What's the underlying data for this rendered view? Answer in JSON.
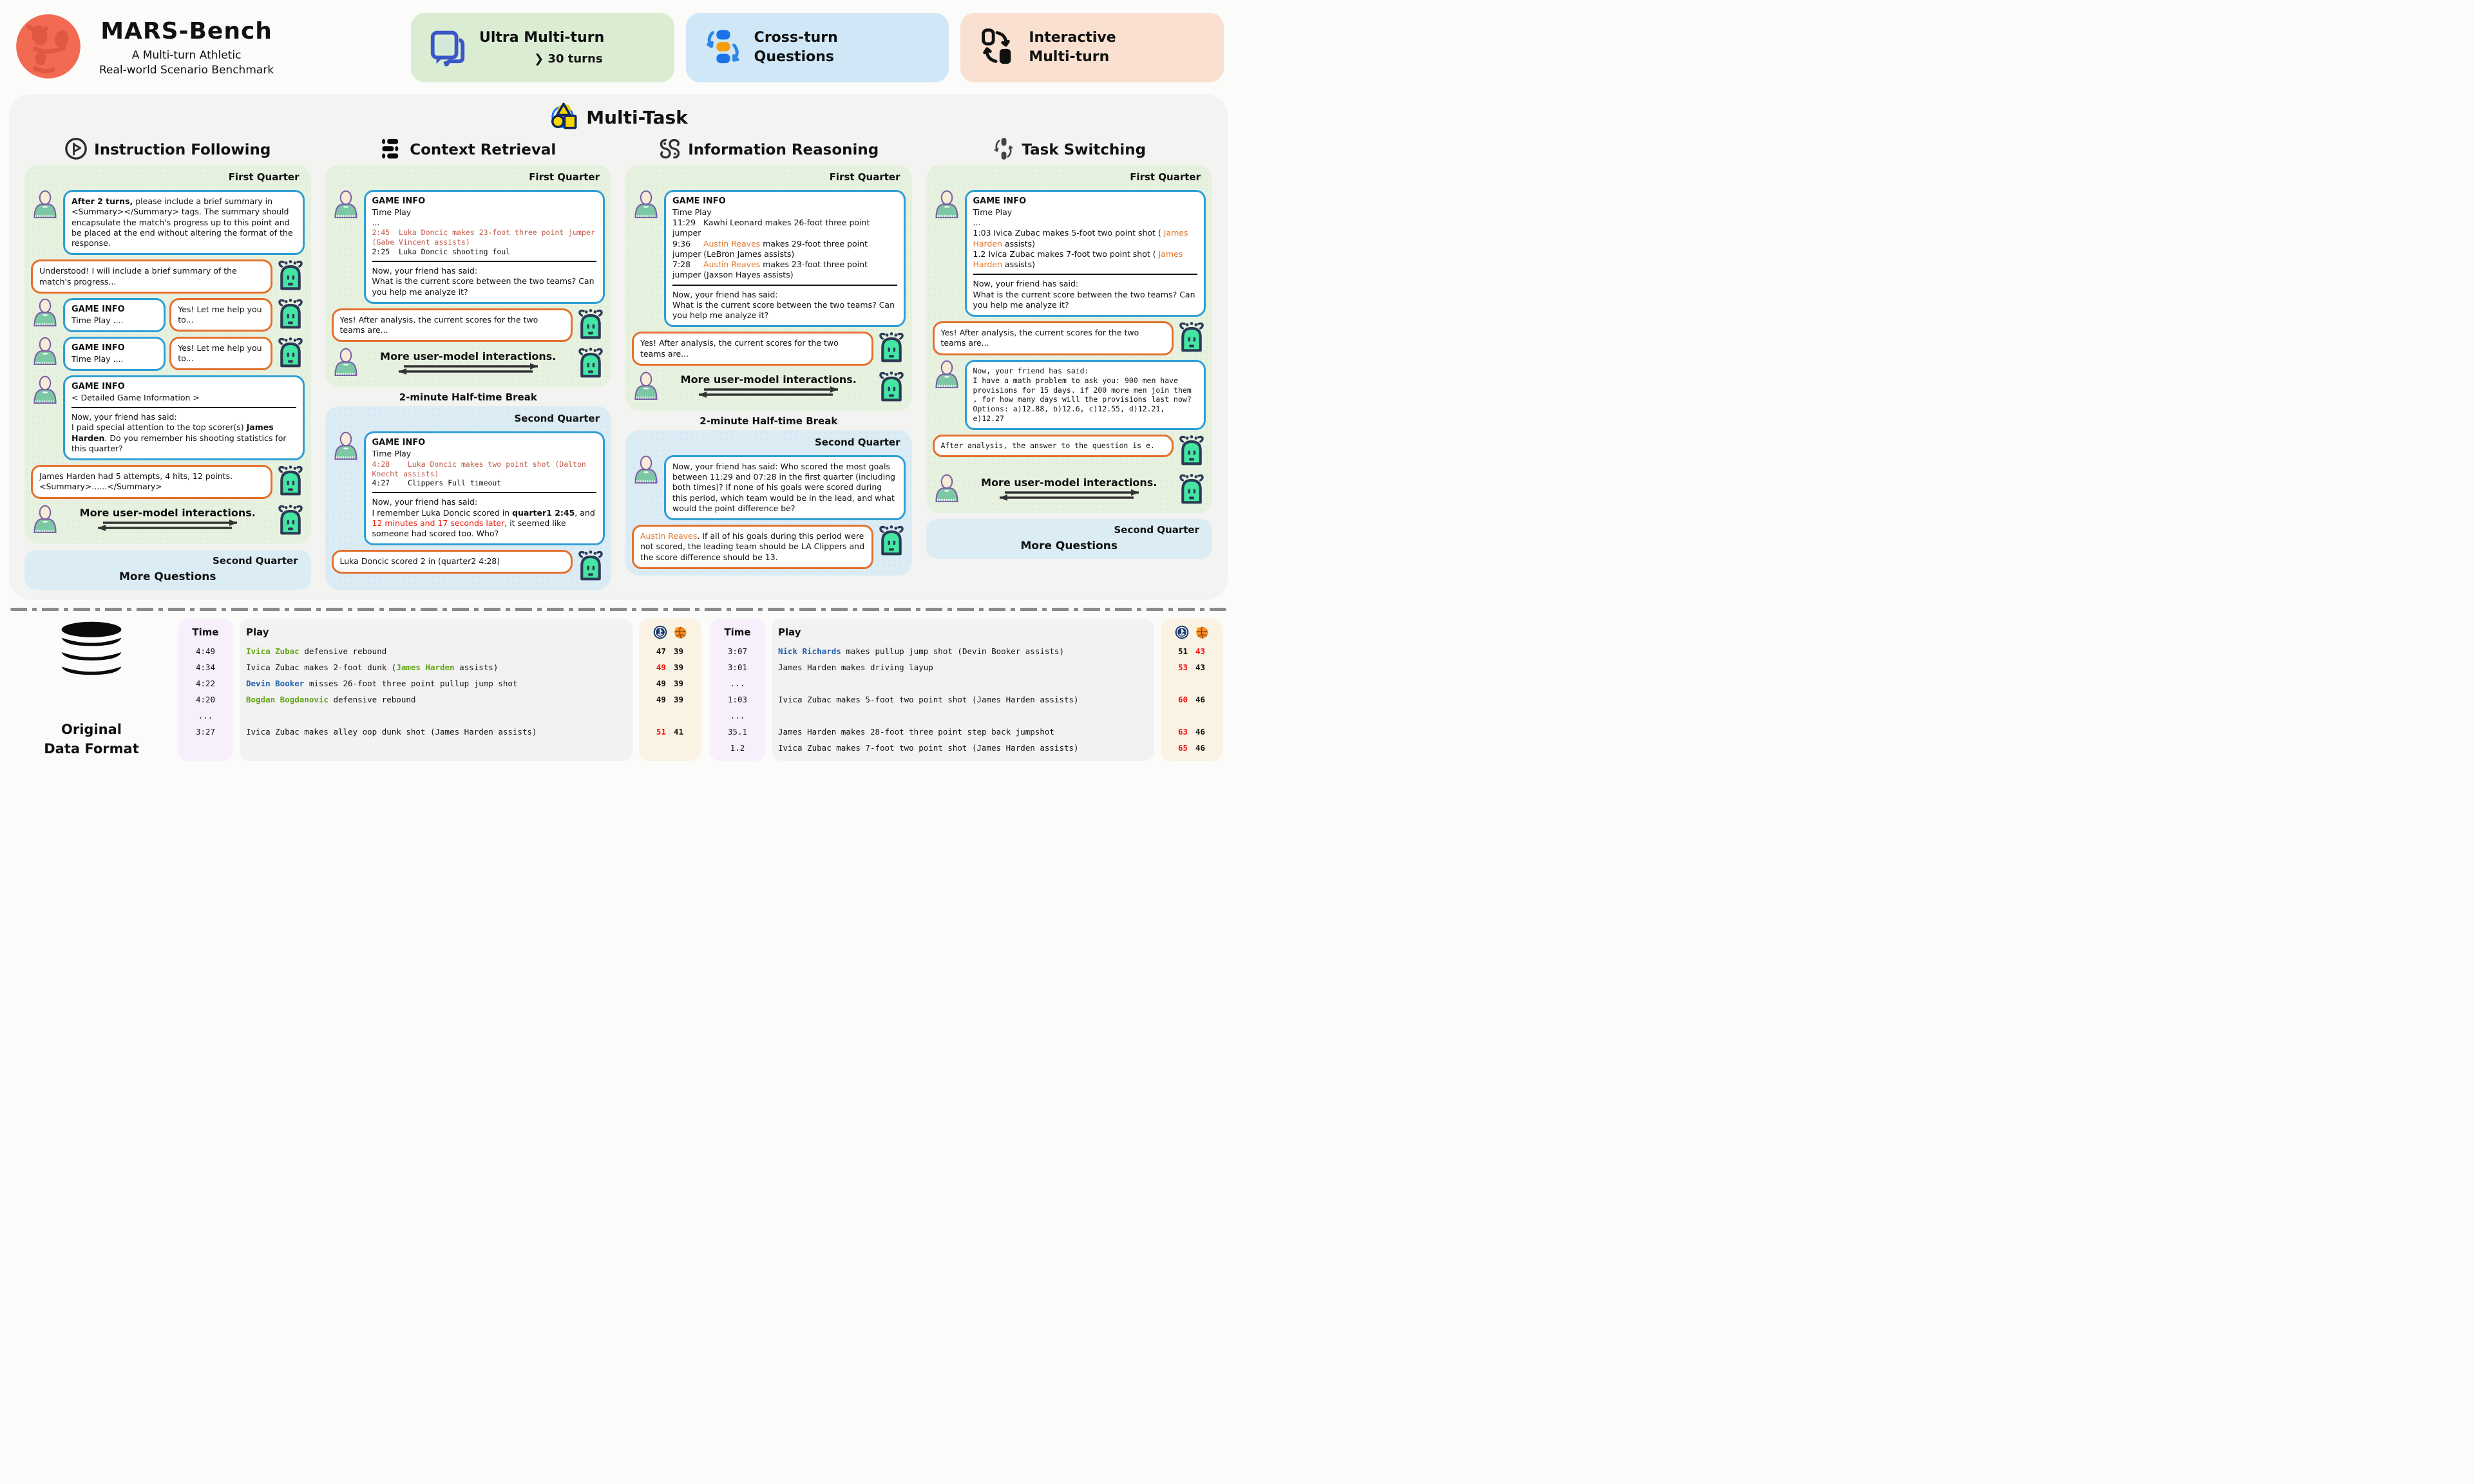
{
  "header": {
    "title": "MARS-Bench",
    "subtitle_line1": "A Multi-turn Athletic",
    "subtitle_line2": "Real-world Scenario Benchmark"
  },
  "badges": {
    "ultra": {
      "title": "Ultra Multi-turn",
      "subtitle": "❯ 30 turns"
    },
    "cross": {
      "line1": "Cross-turn",
      "line2": "Questions"
    },
    "interactive": {
      "line1": "Interactive",
      "line2": "Multi-turn"
    }
  },
  "panel": {
    "title": "Multi-Task"
  },
  "labels": {
    "first_quarter": "First Quarter",
    "second_quarter": "Second Quarter",
    "more_questions": "More Questions",
    "more_interactions": "More user-model interactions.",
    "halftime": "2-minute Half-time Break",
    "game_info": "GAME INFO",
    "time_play": "Time Play",
    "dots": "..."
  },
  "col1": {
    "title": "Instruction Following",
    "msg1_bold": "After 2 turns,",
    "msg1_rest": " please include a brief summary in <Summary></Summary> tags. The summary should encapsulate the match's progress up to this point and be placed at the end without altering the format of the response.",
    "bot1": "Understood! I will include a brief summary of the match's progress...",
    "small_user_line1": "GAME INFO",
    "small_user_line2": "Time Play ....",
    "small_bot": "Yes! Let me help you to...",
    "msg2_detail": "< Detailed Game Information >",
    "friend_said": "Now, your friend has said:",
    "msg2_q1": "I paid special attention to the top scorer(s) ",
    "msg2_qbold": "James Harden",
    "msg2_q2": ". Do you remember his shooting statistics for this quarter?",
    "bot2": "James Harden had 5 attempts,  4 hits, 12 points. <Summary>......</Summary>"
  },
  "col2": {
    "title": "Context Retrieval",
    "fq_red_line": "2:45  Luka Doncic makes 23-foot three point jumper (Gabe Vincent assists)",
    "fq_black_line": "2:25  Luka Doncic shooting foul",
    "friend_said": "Now, your friend has said:",
    "fq_question": "What is the current score between the two teams? Can you help me analyze it?",
    "bot1": "Yes! After analysis, the current scores for the two teams are...",
    "sq_red_line": "4:28    Luka Doncic makes two point shot (Dalton Knecht assists)",
    "sq_black_line": "4:27    Clippers Full timeout",
    "sq_p1": "I remember Luka Doncic scored in ",
    "sq_bold": "quarter1 2:45",
    "sq_p2": ", and ",
    "sq_red": "12 minutes and 17 seconds later",
    "sq_p3": ", it seemed like someone had scored too. Who?",
    "bot2": "Luka Doncic scored 2 in (quarter2 4:28)"
  },
  "col3": {
    "title": "Information Reasoning",
    "fq_l1": "11:29   Kawhi Leonard makes 26-foot three point jumper",
    "fq_l2a": "9:36     ",
    "fq_l2name": "Austin Reaves",
    "fq_l2b": " makes 29-foot three point jumper (LeBron James assists)",
    "fq_l3a": "7:28     ",
    "fq_l3name": "Austin Reaves",
    "fq_l3b": " makes 23-foot three point jumper (Jaxson Hayes assists)",
    "friend_said": "Now, your friend has said:",
    "fq_question": "What is the current score between the two teams? Can you help me analyze it?",
    "bot1": "Yes! After analysis, the current scores for the two teams are...",
    "sq_user": "Now, your friend has said: Who scored the most goals between 11:29 and 07:28 in the first quarter (including both times)? If none of his goals were scored during this period, which team would be in the lead, and what would the point difference be?",
    "bot2_name": "Austin Reaves",
    "bot2_rest": ". If all of his goals during this period were not scored, the leading team should be LA Clippers and the score difference should be 13."
  },
  "col4": {
    "title": "Task Switching",
    "fq_l1a": "1:03 Ivica Zubac makes 5-foot two point shot ( ",
    "fq_l1name": "James Harden",
    "fq_l1b": " assists)",
    "fq_l2a": "1.2 Ivica Zubac makes 7-foot two point shot ( ",
    "fq_l2name": "James Harden",
    "fq_l2b": " assists)",
    "friend_said": "Now, your friend has said:",
    "fq_question": "What is the current score between the two teams? Can you help me analyze it?",
    "bot1": "Yes! After analysis, the current scores for the two teams are...",
    "math_line1": "Now, your friend has said:",
    "math_body": "I have a math problem to ask you: 900 men have provisions for 15 days. if 200 more men join them , for how many days will the provisions last now? Options: a)12.88, b)12.6, c)12.55, d)12.21, e)12.27",
    "bot2": "After analysis, the answer to the question is e."
  },
  "bottom": {
    "label_line1": "Original",
    "label_line2": "Data Format",
    "tables": [
      {
        "time_header": "Time",
        "play_header": "Play",
        "rows": [
          {
            "time": "4:49",
            "play": [
              {
                "t": "Ivica Zubac",
                "c": "green"
              },
              {
                "t": " defensive rebound"
              }
            ],
            "s1": "47",
            "s2": "39",
            "r1": false,
            "r2": false
          },
          {
            "time": "4:34",
            "play": [
              {
                "t": "Ivica Zubac makes 2-foot dunk ("
              },
              {
                "t": "James Harden",
                "c": "green"
              },
              {
                "t": " assists)"
              }
            ],
            "s1": "49",
            "s2": "39",
            "r1": true,
            "r2": false
          },
          {
            "time": "4:22",
            "play": [
              {
                "t": "Devin Booker",
                "c": "blue"
              },
              {
                "t": " misses 26-foot three point pullup jump shot"
              }
            ],
            "s1": "49",
            "s2": "39",
            "r1": false,
            "r2": false
          },
          {
            "time": "4:20",
            "play": [
              {
                "t": "Bogdan Bogdanovic",
                "c": "green"
              },
              {
                "t": " defensive rebound"
              }
            ],
            "s1": "49",
            "s2": "39",
            "r1": false,
            "r2": false
          },
          {
            "time": "...",
            "play": [],
            "s1": "",
            "s2": "",
            "r1": false,
            "r2": false
          },
          {
            "time": "3:27",
            "play": [
              {
                "t": "Ivica Zubac makes alley oop dunk shot (James Harden assists)"
              }
            ],
            "s1": "51",
            "s2": "41",
            "r1": true,
            "r2": false
          }
        ]
      },
      {
        "time_header": "Time",
        "play_header": "Play",
        "rows": [
          {
            "time": "3:07",
            "play": [
              {
                "t": "Nick Richards",
                "c": "blue"
              },
              {
                "t": " makes pullup jump shot (Devin Booker assists)"
              }
            ],
            "s1": "51",
            "s2": "43",
            "r1": false,
            "r2": true
          },
          {
            "time": "3:01",
            "play": [
              {
                "t": "James Harden makes driving layup"
              }
            ],
            "s1": "53",
            "s2": "43",
            "r1": true,
            "r2": false
          },
          {
            "time": "...",
            "play": [],
            "s1": "",
            "s2": "",
            "r1": false,
            "r2": false
          },
          {
            "time": "1:03",
            "play": [
              {
                "t": "Ivica Zubac makes 5-foot two point shot (James Harden assists)"
              }
            ],
            "s1": "60",
            "s2": "46",
            "r1": true,
            "r2": false
          },
          {
            "time": "...",
            "play": [],
            "s1": "",
            "s2": "",
            "r1": false,
            "r2": false
          },
          {
            "time": "35.1",
            "play": [
              {
                "t": "James Harden makes 28-foot three point step back jumpshot"
              }
            ],
            "s1": "63",
            "s2": "46",
            "r1": true,
            "r2": false
          },
          {
            "time": "1.2",
            "play": [
              {
                "t": "Ivica Zubac makes 7-foot two point shot (James Harden assists)"
              }
            ],
            "s1": "65",
            "s2": "46",
            "r1": true,
            "r2": false
          }
        ]
      }
    ]
  },
  "colors": {
    "user_bubble_border": "#2e9fd4",
    "bot_bubble_border": "#e4702d",
    "highlight_salmon": "#c05a49",
    "highlight_red": "#ea1d0d",
    "highlight_orange": "#e07a2e",
    "name_green": "#62a414",
    "name_blue": "#1f5fad",
    "score_red": "#f01010"
  }
}
